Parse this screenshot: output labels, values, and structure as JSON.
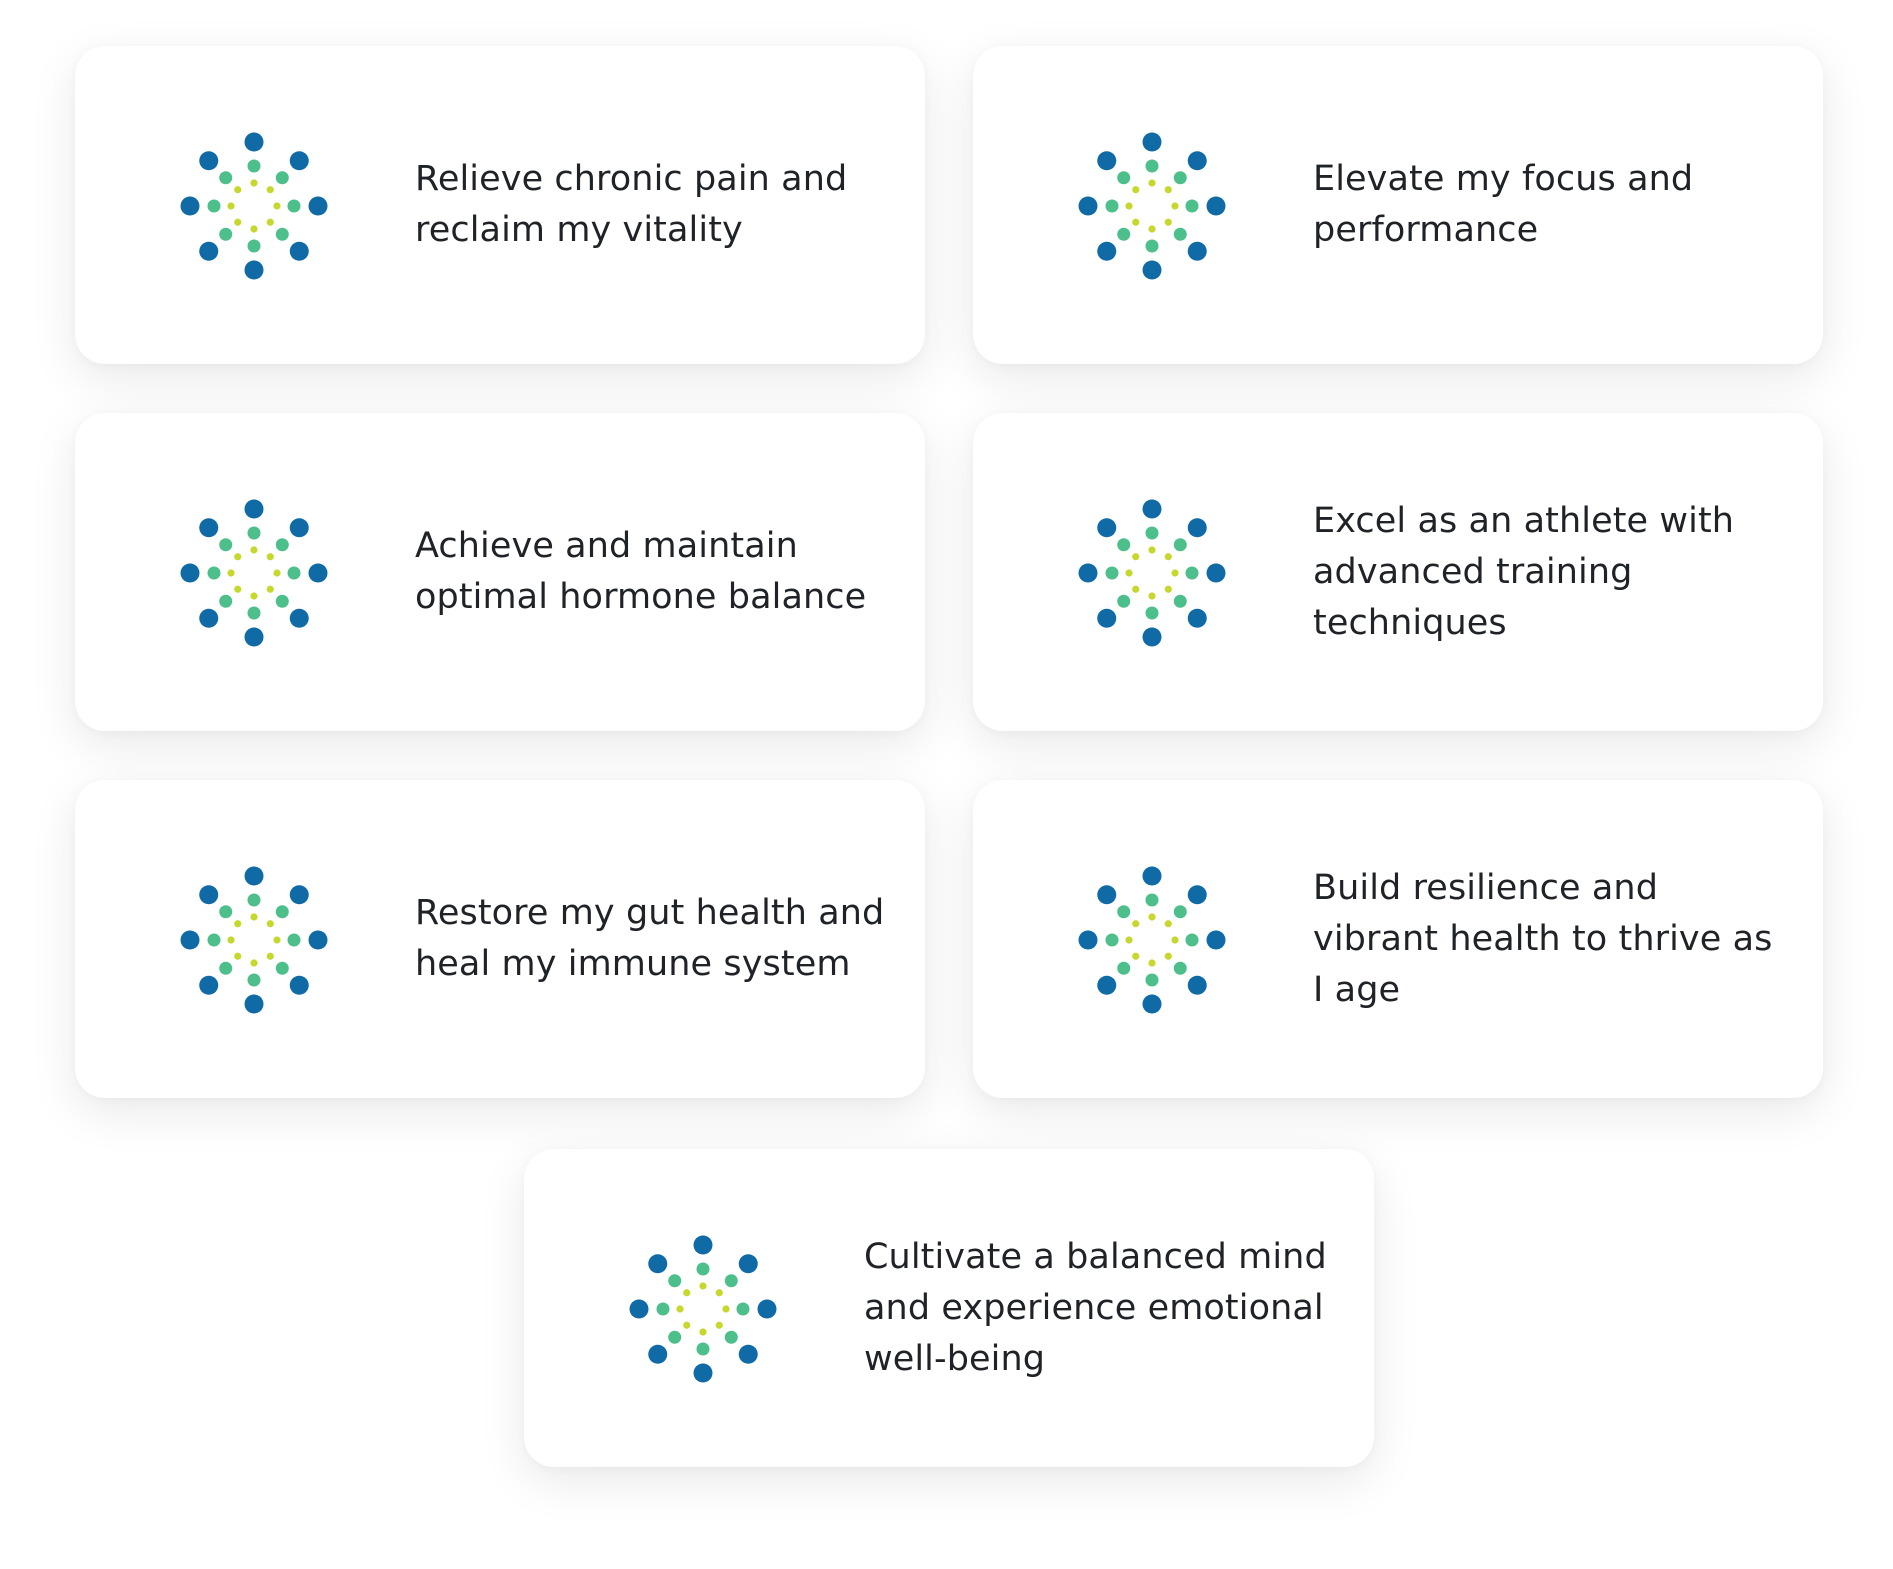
{
  "colors": {
    "outer_dot": "#0f6aa5",
    "middle_dot": "#4dbf8a",
    "inner_dot": "#c6d72e",
    "text": "#1f2328",
    "card_bg": "#ffffff"
  },
  "cards": [
    {
      "label": "Relieve chronic pain and reclaim my vitality",
      "icon": "dot-burst-icon"
    },
    {
      "label": "Elevate my focus and performance",
      "icon": "dot-burst-icon"
    },
    {
      "label": "Achieve and maintain optimal hormone balance",
      "icon": "dot-burst-icon"
    },
    {
      "label": "Excel as an athlete with advanced training techniques",
      "icon": "dot-burst-icon"
    },
    {
      "label": "Restore my gut health and heal my immune system",
      "icon": "dot-burst-icon"
    },
    {
      "label": "Build resilience and vibrant health to thrive as I age",
      "icon": "dot-burst-icon"
    },
    {
      "label": "Cultivate a balanced mind and experience emotional well-being",
      "icon": "dot-burst-icon"
    }
  ]
}
